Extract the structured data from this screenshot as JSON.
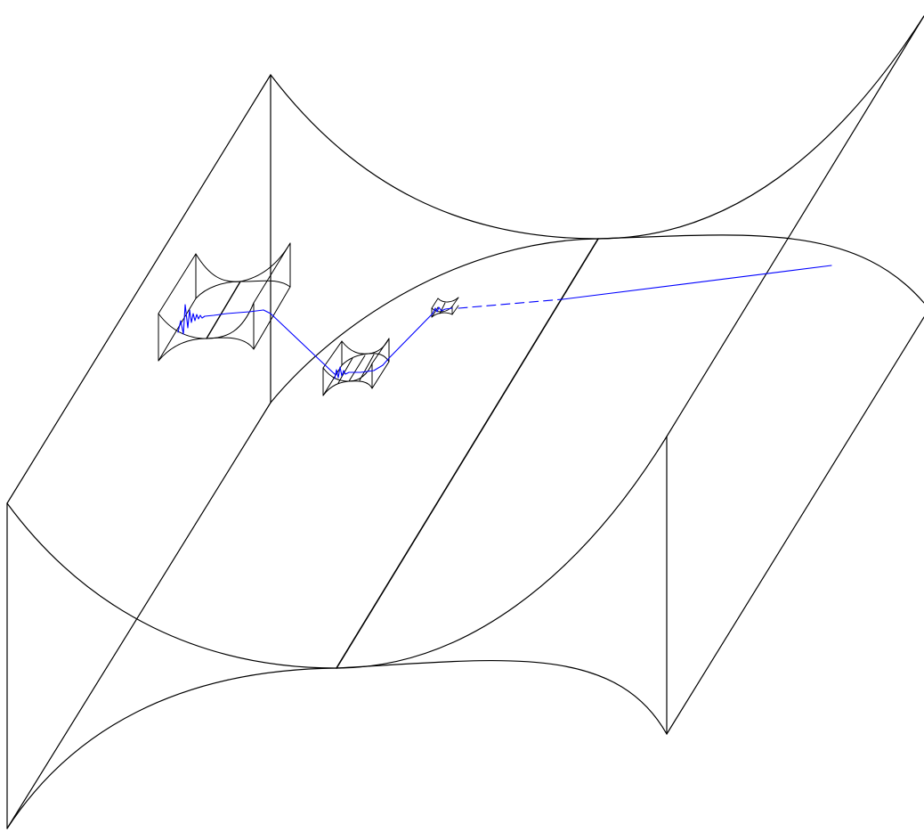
{
  "diagram": {
    "type": "nested-saddle-surface-zoom",
    "text_labels": [],
    "colors": {
      "background": "#ffffff",
      "surface_lines": "#000000",
      "trajectory": "#0000ff"
    },
    "elements": {
      "large_surface": "saddle-surface-wireframe",
      "medium_surface": "saddle-surface-small",
      "small_surface": "saddle-surface-smaller",
      "tiny_surface": "saddle-surface-tiny",
      "path": "zoom-trajectory-line",
      "dashed_segment": "hidden-trajectory-segment",
      "oscillations": "wiggle-signal"
    }
  }
}
